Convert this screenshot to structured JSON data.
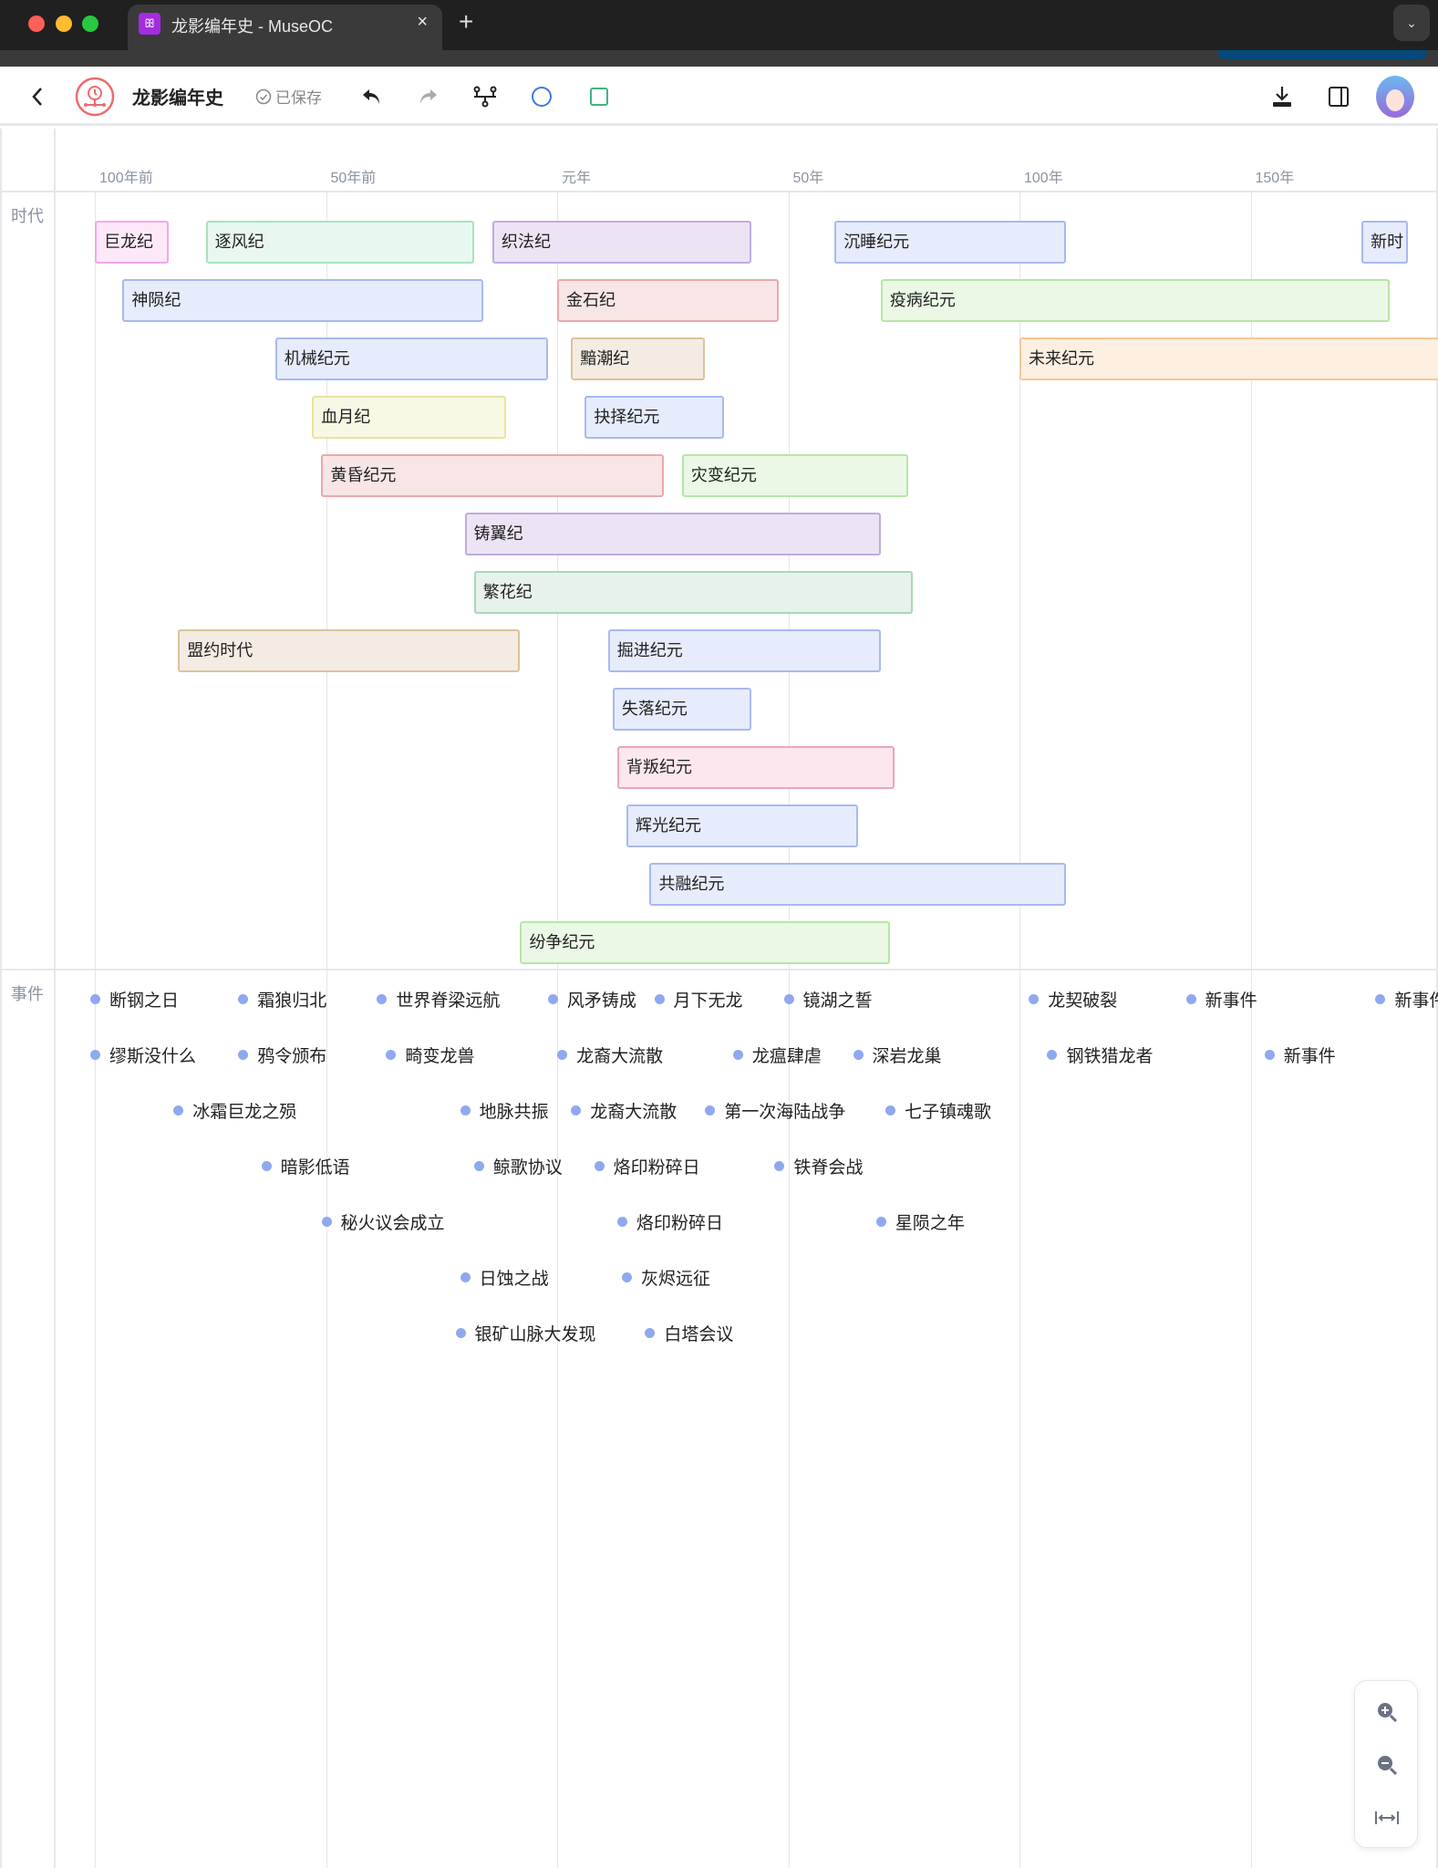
{
  "browser": {
    "tab_title": "龙影编年史 - MuseOC",
    "tab_icon": "butterfly-icon",
    "close": "×",
    "new_tab": "+",
    "menu": "⌄"
  },
  "toolbar": {
    "title": "龙影编年史",
    "saved": "已保存"
  },
  "axis": {
    "ticks": [
      {
        "label": "100年前",
        "year": -100
      },
      {
        "label": "50年前",
        "year": -50
      },
      {
        "label": "元年",
        "year": 0
      },
      {
        "label": "50年",
        "year": 50
      },
      {
        "label": "100年",
        "year": 100
      },
      {
        "label": "150年",
        "year": 150
      }
    ]
  },
  "sections": {
    "eras": "时代",
    "events": "事件"
  },
  "colors": {
    "blue": [
      "#a9b9f0",
      "#e6ecfc"
    ],
    "pink": [
      "#f5a6ea",
      "#fde8fa"
    ],
    "green": [
      "#a8e2bf",
      "#e8f8ef"
    ],
    "purple": [
      "#c0abe0",
      "#ece4f4"
    ],
    "red": [
      "#eba8ad",
      "#f8e5e6"
    ],
    "tan": [
      "#dcc39c",
      "#f4ece3"
    ],
    "orange": [
      "#f5c79c",
      "#fdefe2"
    ],
    "yellow": [
      "#e8e49e",
      "#f8f7e4"
    ],
    "lgreen": [
      "#b6e6a6",
      "#eaf8e5"
    ],
    "teal": [
      "#a8d8b8",
      "#e7f2ec"
    ],
    "rose": [
      "#f0a3bd",
      "#fde7ef"
    ]
  },
  "eras": [
    {
      "label": "巨龙纪",
      "row": 0,
      "start": -100,
      "end": -84,
      "color": "pink"
    },
    {
      "label": "逐风纪",
      "row": 0,
      "start": -76,
      "end": -18,
      "color": "green"
    },
    {
      "label": "织法纪",
      "row": 0,
      "start": -14,
      "end": 42,
      "color": "purple"
    },
    {
      "label": "沉睡纪元",
      "row": 0,
      "start": 60,
      "end": 110,
      "color": "blue"
    },
    {
      "label": "新时",
      "row": 0,
      "start": 174,
      "end": 184,
      "color": "blue"
    },
    {
      "label": "神陨纪",
      "row": 1,
      "start": -94,
      "end": -16,
      "color": "blue"
    },
    {
      "label": "金石纪",
      "row": 1,
      "start": 0,
      "end": 48,
      "color": "red"
    },
    {
      "label": "疫病纪元",
      "row": 1,
      "start": 70,
      "end": 180,
      "color": "lgreen"
    },
    {
      "label": "机械纪元",
      "row": 2,
      "start": -61,
      "end": -2,
      "color": "blue"
    },
    {
      "label": "黯潮纪",
      "row": 2,
      "start": 3,
      "end": 32,
      "color": "tan"
    },
    {
      "label": "未来纪元",
      "row": 2,
      "start": 100,
      "end": 200,
      "color": "orange"
    },
    {
      "label": "血月纪",
      "row": 3,
      "start": -53,
      "end": -11,
      "color": "yellow"
    },
    {
      "label": "抉择纪元",
      "row": 3,
      "start": 6,
      "end": 36,
      "color": "blue"
    },
    {
      "label": "黄昏纪元",
      "row": 4,
      "start": -51,
      "end": 23,
      "color": "red"
    },
    {
      "label": "灾变纪元",
      "row": 4,
      "start": 27,
      "end": 76,
      "color": "lgreen"
    },
    {
      "label": "铸翼纪",
      "row": 5,
      "start": -20,
      "end": 70,
      "color": "purple"
    },
    {
      "label": "繁花纪",
      "row": 6,
      "start": -18,
      "end": 77,
      "color": "teal"
    },
    {
      "label": "盟约时代",
      "row": 7,
      "start": -82,
      "end": -8,
      "color": "tan"
    },
    {
      "label": "掘进纪元",
      "row": 7,
      "start": 11,
      "end": 70,
      "color": "blue"
    },
    {
      "label": "失落纪元",
      "row": 8,
      "start": 12,
      "end": 42,
      "color": "blue"
    },
    {
      "label": "背叛纪元",
      "row": 9,
      "start": 13,
      "end": 73,
      "color": "rose"
    },
    {
      "label": "辉光纪元",
      "row": 10,
      "start": 15,
      "end": 65,
      "color": "blue"
    },
    {
      "label": "共融纪元",
      "row": 11,
      "start": 20,
      "end": 110,
      "color": "blue"
    },
    {
      "label": "纷争纪元",
      "row": 12,
      "start": -8,
      "end": 72,
      "color": "lgreen"
    }
  ],
  "events": [
    {
      "label": "断钢之日",
      "row": 0,
      "year": -100
    },
    {
      "label": "霜狼归北",
      "row": 0,
      "year": -68
    },
    {
      "label": "世界脊梁远航",
      "row": 0,
      "year": -38
    },
    {
      "label": "风矛铸成",
      "row": 0,
      "year": -1
    },
    {
      "label": "月下无龙",
      "row": 0,
      "year": 22
    },
    {
      "label": "镜湖之誓",
      "row": 0,
      "year": 50
    },
    {
      "label": "龙契破裂",
      "row": 0,
      "year": 103
    },
    {
      "label": "新事件",
      "row": 0,
      "year": 137
    },
    {
      "label": "新事件",
      "row": 0,
      "year": 178
    },
    {
      "label": "缪斯没什么",
      "row": 1,
      "year": -100
    },
    {
      "label": "鸦令颁布",
      "row": 1,
      "year": -68
    },
    {
      "label": "畸变龙兽",
      "row": 1,
      "year": -36
    },
    {
      "label": "龙裔大流散",
      "row": 1,
      "year": 1
    },
    {
      "label": "龙瘟肆虐",
      "row": 1,
      "year": 39
    },
    {
      "label": "深岩龙巢",
      "row": 1,
      "year": 65
    },
    {
      "label": "钢铁猎龙者",
      "row": 1,
      "year": 107
    },
    {
      "label": "新事件",
      "row": 1,
      "year": 154
    },
    {
      "label": "冰霜巨龙之殒",
      "row": 2,
      "year": -82
    },
    {
      "label": "地脉共振",
      "row": 2,
      "year": -20
    },
    {
      "label": "龙裔大流散",
      "row": 2,
      "year": 4
    },
    {
      "label": "第一次海陆战争",
      "row": 2,
      "year": 33
    },
    {
      "label": "七子镇魂歌",
      "row": 2,
      "year": 72
    },
    {
      "label": "暗影低语",
      "row": 3,
      "year": -63
    },
    {
      "label": "鲸歌协议",
      "row": 3,
      "year": -17
    },
    {
      "label": "烙印粉碎日",
      "row": 3,
      "year": 9
    },
    {
      "label": "铁脊会战",
      "row": 3,
      "year": 48
    },
    {
      "label": "秘火议会成立",
      "row": 4,
      "year": -50
    },
    {
      "label": "烙印粉碎日",
      "row": 4,
      "year": 14
    },
    {
      "label": "星陨之年",
      "row": 4,
      "year": 70
    },
    {
      "label": "日蚀之战",
      "row": 5,
      "year": -20
    },
    {
      "label": "灰烬远征",
      "row": 5,
      "year": 15
    },
    {
      "label": "银矿山脉大发现",
      "row": 6,
      "year": -21
    },
    {
      "label": "白塔会议",
      "row": 6,
      "year": 20
    }
  ]
}
